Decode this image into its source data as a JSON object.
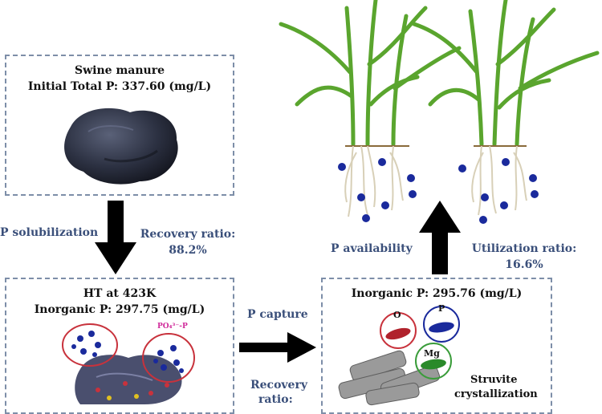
{
  "manure": {
    "title": "Swine manure",
    "initial_p": "Initial Total P: 337.60 (mg/L)"
  },
  "solubilization": {
    "label": "P solubilization",
    "recovery_label": "Recovery ratio:",
    "recovery_value": "88.2%"
  },
  "ht": {
    "title": "HT at 423K",
    "inorganic_p": "Inorganic P: 297.75 (mg/L)",
    "phosphate_label": "PO₄³⁻-P"
  },
  "capture": {
    "label": "P capture",
    "recovery_label": "Recovery",
    "recovery_value": "ratio:"
  },
  "struvite": {
    "inorganic_p": "Inorganic P: 295.76 (mg/L)",
    "atom_o": "O",
    "atom_p": "P",
    "atom_mg": "Mg",
    "label_line1": "Struvite",
    "label_line2": "crystallization"
  },
  "availability": {
    "label": "P availability",
    "utilization_label": "Utilization ratio:",
    "utilization_value": "16.6%"
  },
  "colors": {
    "frame": "#7d8ea8",
    "label_blue": "#3a4f7a",
    "arrow": "#000000",
    "dot_blue": "#1a2a9c",
    "circle_red": "#c8323c",
    "circle_green": "#3a9c3a",
    "manure": "#2c3142"
  }
}
